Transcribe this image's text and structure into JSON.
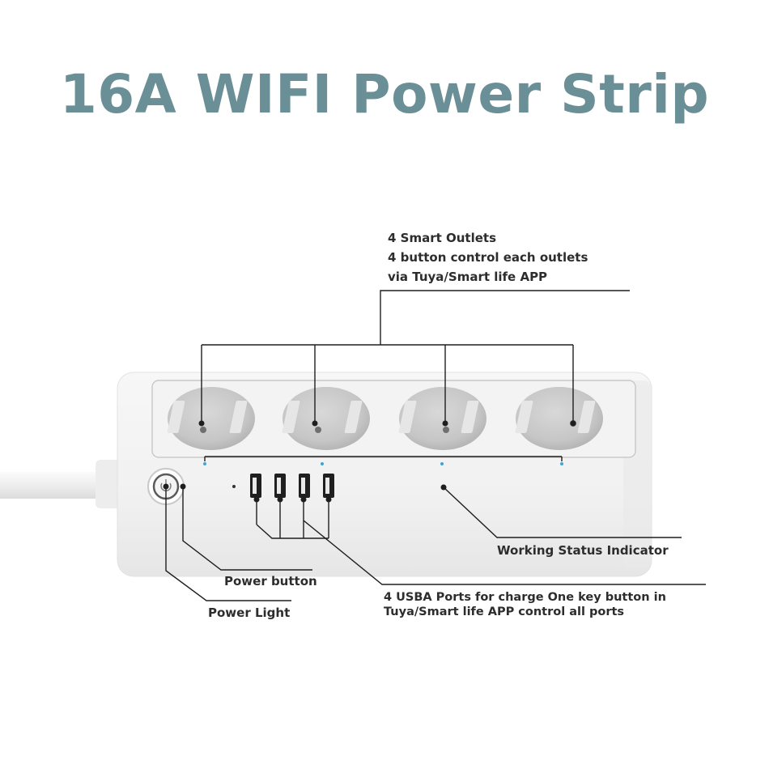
{
  "title": "16A WIFI Power Strip",
  "callouts": {
    "outlets": {
      "line1": "4 Smart Outlets",
      "line2": "4 button control each outlets",
      "line3": "via Tuya/Smart life APP"
    },
    "status_indicator": "Working Status Indicator",
    "power_button": "Power button",
    "power_light": "Power Light",
    "usb": {
      "line1": "4 USBA Ports for charge One key button in",
      "line2": "Tuya/Smart life APP control all ports"
    }
  },
  "colors": {
    "title": "#6a8f96",
    "indicator": "#3aa7d8",
    "leader": "#1e1e1e"
  },
  "product": {
    "outlet_count": 4,
    "usb_port_count": 4
  }
}
